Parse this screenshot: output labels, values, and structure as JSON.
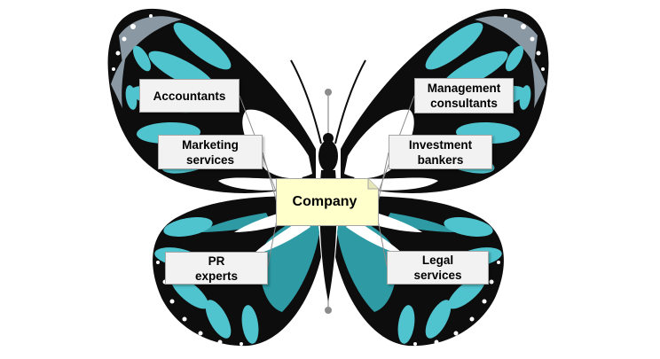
{
  "diagram": {
    "center": {
      "label": "Company"
    },
    "nodes": [
      {
        "id": "accountants",
        "label": "Accountants"
      },
      {
        "id": "management-consultants",
        "label": "Management\nconsultants"
      },
      {
        "id": "marketing-services",
        "label": "Marketing\nservices"
      },
      {
        "id": "investment-bankers",
        "label": "Investment\nbankers"
      },
      {
        "id": "pr-experts",
        "label": "PR\nexperts"
      },
      {
        "id": "legal-services",
        "label": "Legal\nservices"
      }
    ]
  },
  "colors": {
    "wing_black": "#0d0d0d",
    "wing_teal": "#4fc3ce",
    "wing_dark_teal": "#2e9aa4",
    "wing_grey": "#8a98a3",
    "node_fill": "#f2f2f2",
    "center_fill": "#ffffcc",
    "connector": "#8c8c8c"
  }
}
